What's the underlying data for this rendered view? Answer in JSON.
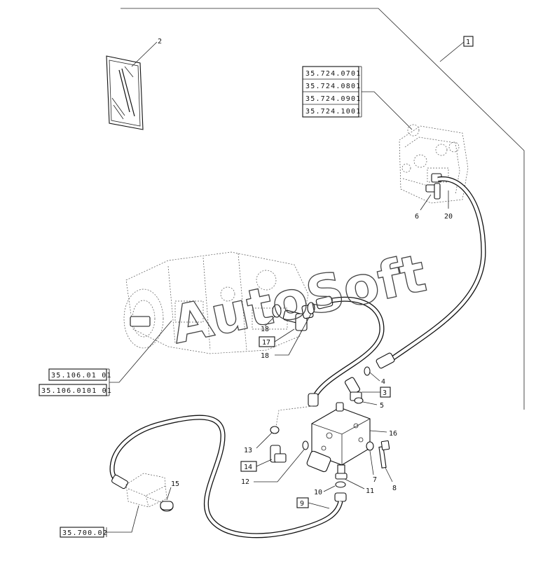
{
  "watermark": "AutoSoft",
  "refs": {
    "r1": "35.724.0701",
    "r2": "35.724.0801",
    "r3": "35.724.0901",
    "r4": "35.724.1001",
    "r5": "35.106.01 01",
    "r6": "35.106.0101 01",
    "r7": "35.700.02"
  },
  "boxed": {
    "b1": "1",
    "b17": "17",
    "b3": "3",
    "b14": "14",
    "b9": "9"
  },
  "labels": {
    "l2": "2",
    "l6": "6",
    "l20": "20",
    "l18a": "18",
    "l18b": "18",
    "l4": "4",
    "l5": "5",
    "l16": "16",
    "l13": "13",
    "l12": "12",
    "l7": "7",
    "l8": "8",
    "l10": "10",
    "l11": "11",
    "l15": "15"
  }
}
